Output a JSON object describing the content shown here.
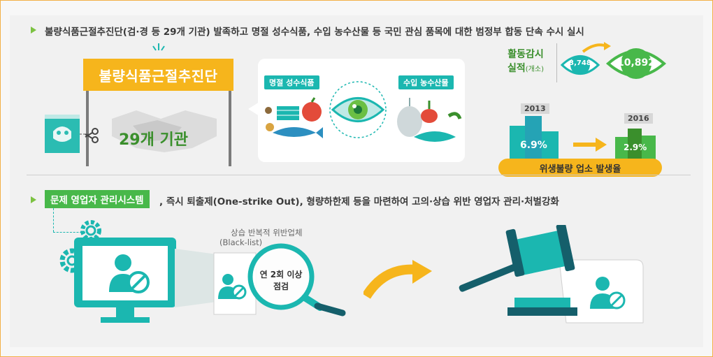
{
  "section1": {
    "headline": "불량식품근절추진단(검·경 등 29개 기관) 발족하고  명절 성수식품, 수입 농수산물 등 국민 관심 품목에 대한 범정부 합동 단속 수시 실시",
    "sign_title": "불량식품근절추진단",
    "agencies": "29개 기관",
    "tag_holiday": "명절 성수식품",
    "tag_import": "수입 농수산물"
  },
  "activity": {
    "label_line1": "활동감시",
    "label_line2": "실적",
    "label_unit": "(개소)",
    "before": "3,748",
    "after": "10,892"
  },
  "hygiene": {
    "year_before": "2013",
    "year_after": "2016",
    "rate_before": "6.9%",
    "rate_after": "2.9%",
    "caption": "위생불량 업소 발생율"
  },
  "section2": {
    "tag": "문제 영업자 관리시스템",
    "headline": ", 즉시 퇴출제(One-strike Out), 형량하한제 등을 마련하여 고의·상습 위반 영업자 관리·처벌강화",
    "blacklist_line1": "상습 반복적 위반업체",
    "blacklist_line2": "(Black-list)",
    "inspect_line1": "연 2회 이상",
    "inspect_line2": "점검"
  },
  "colors": {
    "teal": "#1bb7b0",
    "orange": "#f6b51c",
    "green": "#48b84a",
    "frame": "#f3b046"
  }
}
